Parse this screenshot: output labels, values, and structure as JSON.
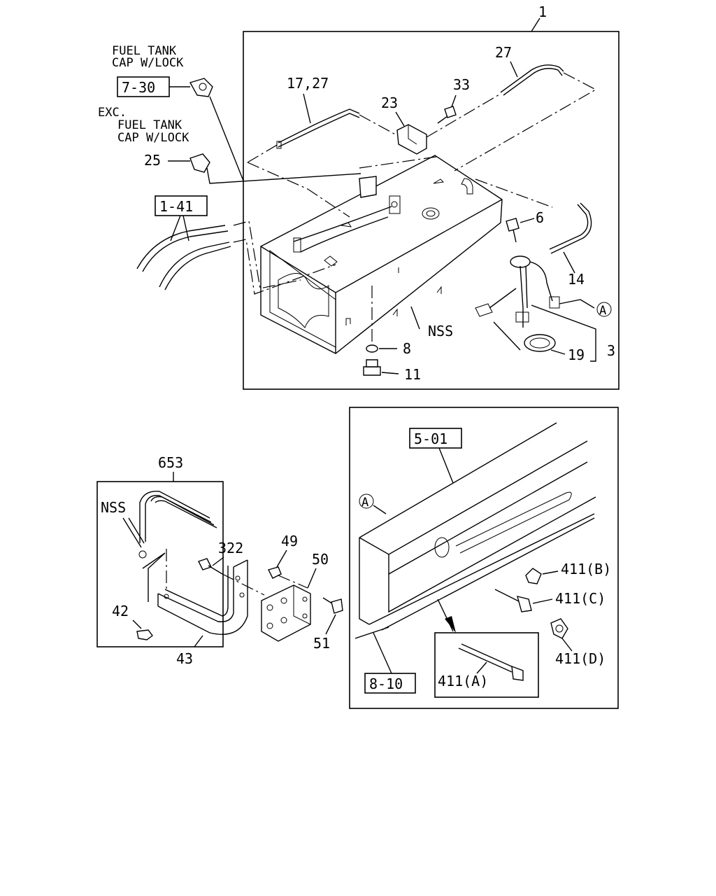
{
  "callouts": {
    "assembly_1": "1",
    "fuel_cap_lock_line1": "FUEL TANK",
    "fuel_cap_lock_line2": "CAP W/LOCK",
    "ref_7_30": "7-30",
    "exc_line1": "EXC.",
    "exc_line2": "FUEL TANK",
    "exc_line3": "CAP W/LOCK",
    "p25": "25",
    "p17_27": "17,27",
    "p23": "23",
    "p33": "33",
    "p27": "27",
    "p6": "6",
    "p14": "14",
    "ref_1_41": "1-41",
    "nss_tank": "NSS",
    "p8": "8",
    "p11": "11",
    "p19": "19",
    "p3": "3",
    "circle_a_top": "A",
    "p653": "653",
    "nss_band": "NSS",
    "p42": "42",
    "p43": "43",
    "p322": "322",
    "p49": "49",
    "p50": "50",
    "p51": "51",
    "ref_5_01": "5-01",
    "circle_a_bottom": "A",
    "p411b": "411(B)",
    "p411c": "411(C)",
    "p411d": "411(D)",
    "p411a": "411(A)",
    "ref_8_10": "8-10"
  }
}
